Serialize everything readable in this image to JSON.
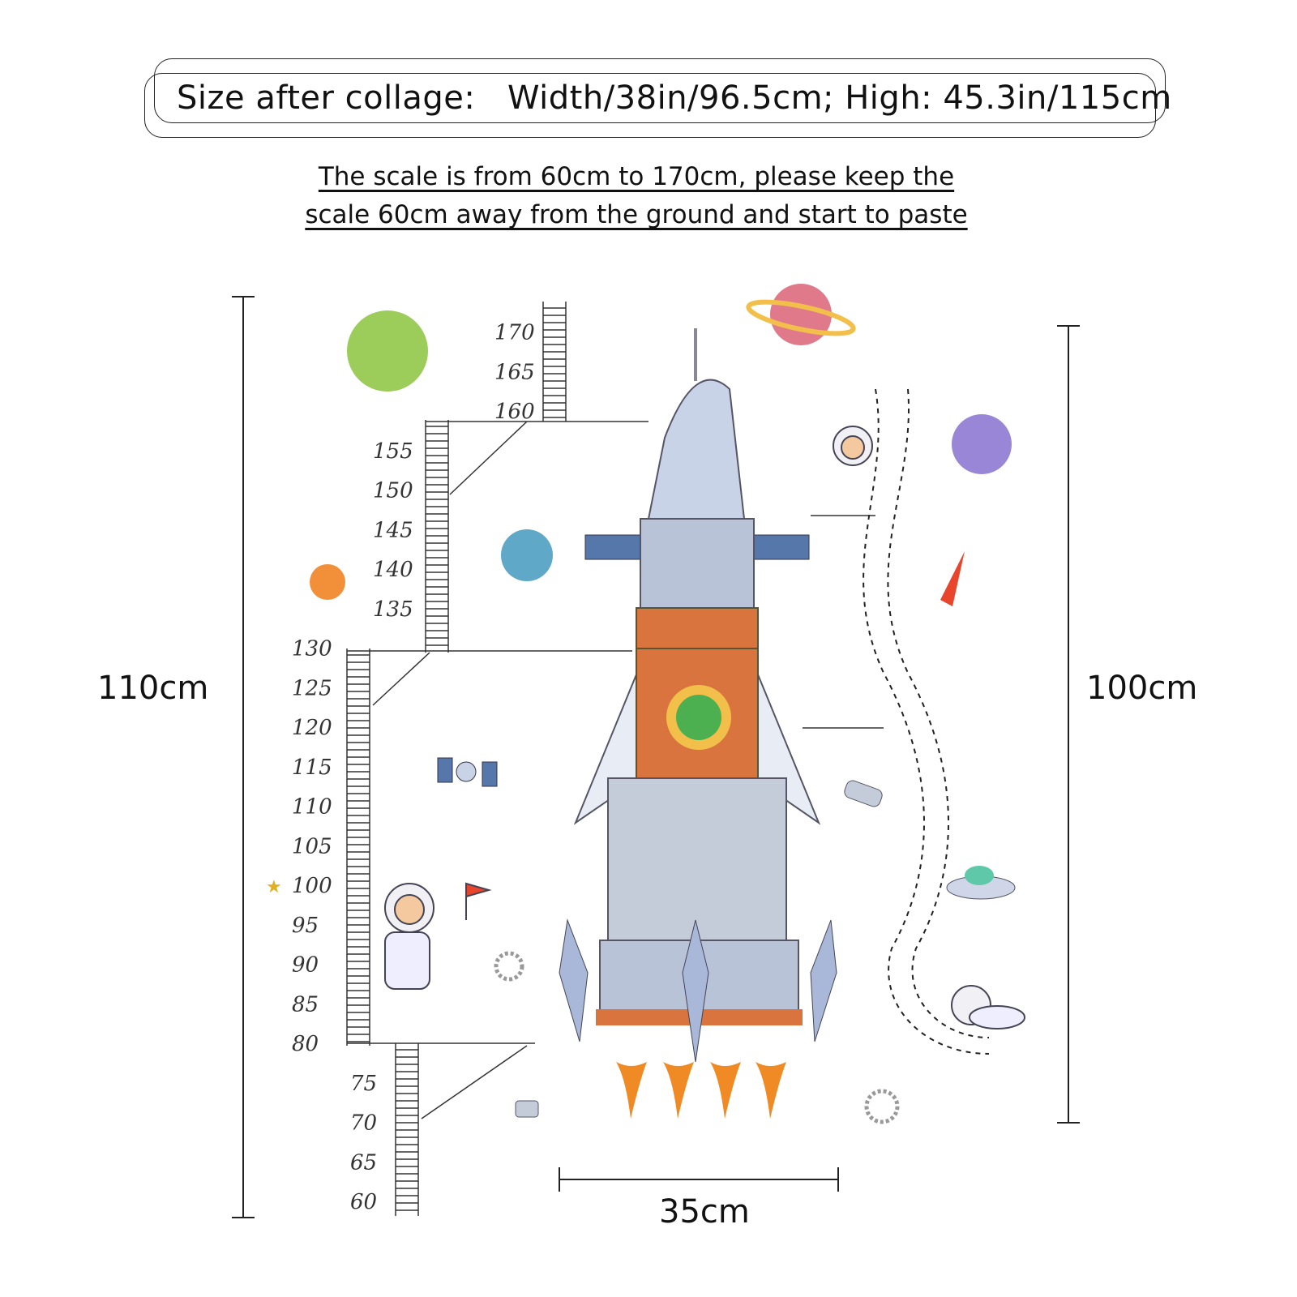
{
  "header": {
    "size_text": "Size after collage:   Width/38in/96.5cm; High: 45.3in/115cm"
  },
  "note": {
    "line1": "The scale is from 60cm to 170cm, please keep the",
    "line2": "scale 60cm away from the ground and start to paste"
  },
  "dimensions": {
    "left_height": "110cm",
    "right_height": "100cm",
    "bottom_width": "35cm"
  },
  "scale": {
    "ticks": [
      "170",
      "165",
      "160",
      "155",
      "150",
      "145",
      "140",
      "135",
      "130",
      "125",
      "120",
      "115",
      "110",
      "105",
      "100",
      "95",
      "90",
      "85",
      "80",
      "75",
      "70",
      "65",
      "60"
    ],
    "marked_value": "100"
  },
  "colors": {
    "rocket_orange": "#d9743f",
    "rocket_blue": "#a9b8d8",
    "planet_green": "#9ccc5a",
    "planet_pink": "#e07a8a",
    "planet_purple": "#9a86d6",
    "planet_teal": "#5fa8c8",
    "flame": "#f08a24"
  }
}
